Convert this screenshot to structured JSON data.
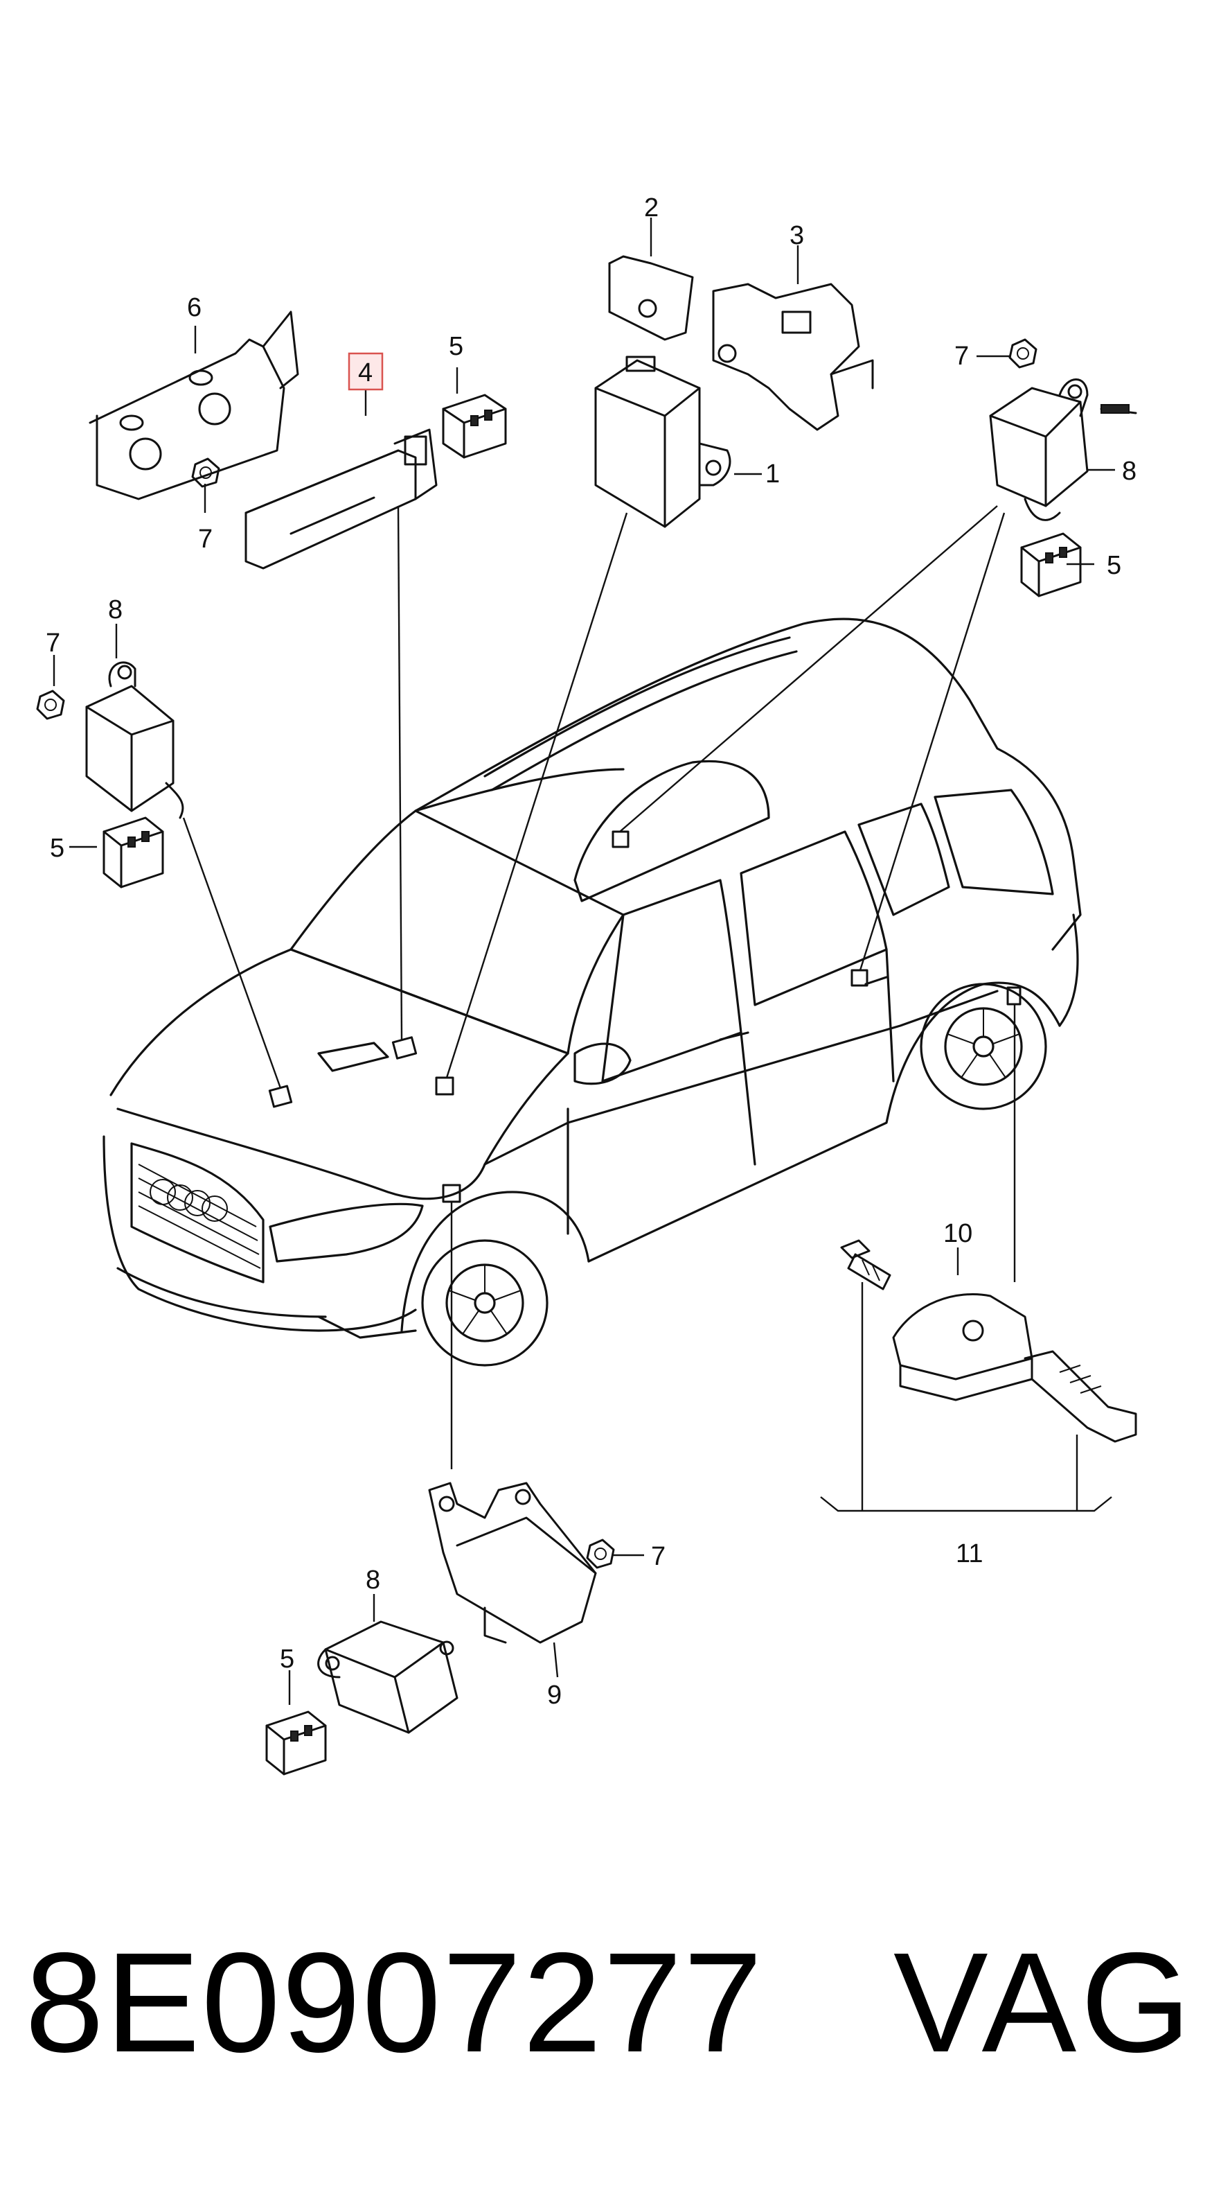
{
  "callouts": {
    "c1": "1",
    "c2": "2",
    "c3": "3",
    "c4": "4",
    "c5a": "5",
    "c5b": "5",
    "c5c": "5",
    "c5d": "5",
    "c6": "6",
    "c7a": "7",
    "c7b": "7",
    "c7c": "7",
    "c7d": "7",
    "c8a": "8",
    "c8b": "8",
    "c8c": "8",
    "c9": "9",
    "c10": "10",
    "c11": "11"
  },
  "highlighted_callout": "4",
  "footer": {
    "part_number": "8E0907277",
    "brand": "VAG"
  },
  "colors": {
    "line": "#111111",
    "highlight_box": "#d9534f",
    "background": "#ffffff"
  }
}
